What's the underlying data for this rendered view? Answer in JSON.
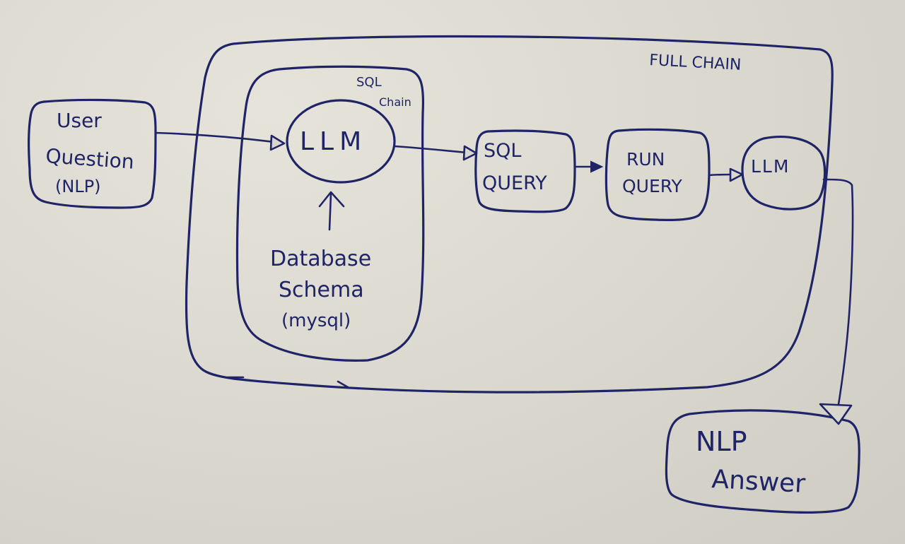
{
  "labels": {
    "full_chain": "FULL CHAIN",
    "sql_chain_line1": "SQL",
    "sql_chain_line2": "Chain",
    "user_question_line1": "User",
    "user_question_line2": "Question",
    "user_question_line3": "(NLP)",
    "llm_1": "LLM",
    "database_schema_line1": "Database",
    "database_schema_line2": "Schema",
    "database_schema_line3": "(mysql)",
    "sql_query_line1": "SQL",
    "sql_query_line2": "QUERY",
    "run_query_line1": "RUN",
    "run_query_line2": "QUERY",
    "llm_2": "LLM",
    "nlp_answer_line1": "NLP",
    "nlp_answer_line2": "Answer"
  },
  "colors": {
    "ink": "#1f2466",
    "paper": "#d9d7cd"
  }
}
